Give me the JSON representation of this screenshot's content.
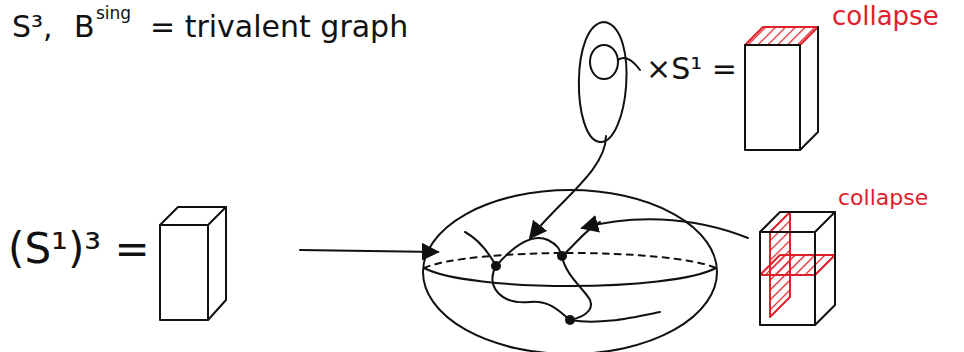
{
  "diagram": {
    "labels": [
      "S³,",
      "B",
      "sing",
      "= trivalent graph",
      "×S¹ =",
      "(S¹)³ =",
      "collapse",
      "collapse"
    ]
  }
}
